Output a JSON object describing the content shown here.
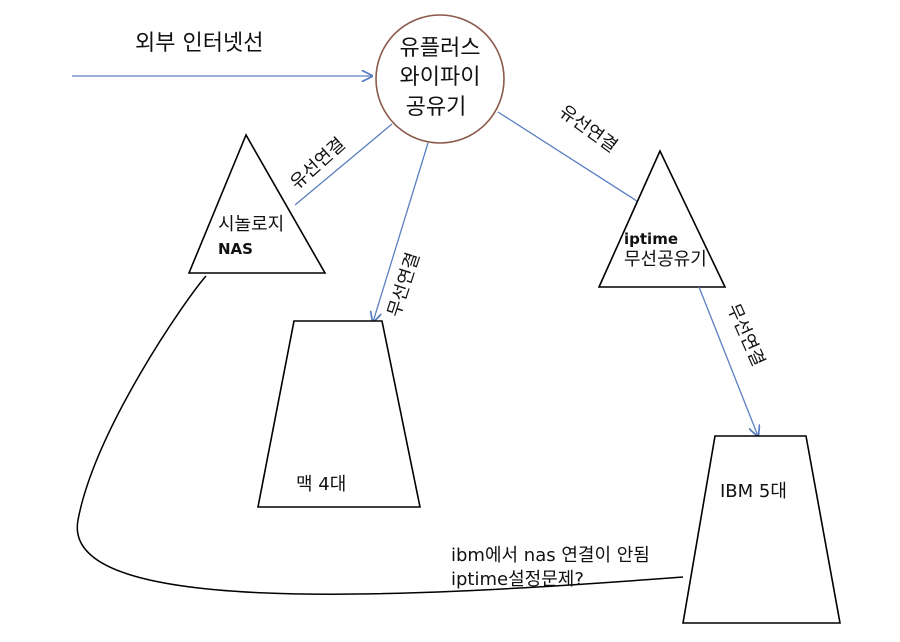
{
  "labels": {
    "internet": "외부 인터넷선",
    "router_line1": "유플러스",
    "router_line2": "와이파이",
    "router_line3": "공유기",
    "nas_line1": "시놀로지",
    "nas_line2": "NAS",
    "iptime_line1": "iptime",
    "iptime_line2": "무선공유기",
    "mac": "맥 4대",
    "ibm": "IBM 5대",
    "note_line1": "ibm에서 nas 연결이 안됨",
    "note_line2": "iptime설정문제?"
  },
  "edges": {
    "wired_nas": "유선연결",
    "wired_iptime": "유선연결",
    "wireless_mac": "무선연결",
    "wireless_ibm": "무선연결"
  },
  "colors": {
    "router_stroke": "#8b5a4a",
    "link": "#5b7fc0",
    "shape_stroke": "#000000"
  }
}
